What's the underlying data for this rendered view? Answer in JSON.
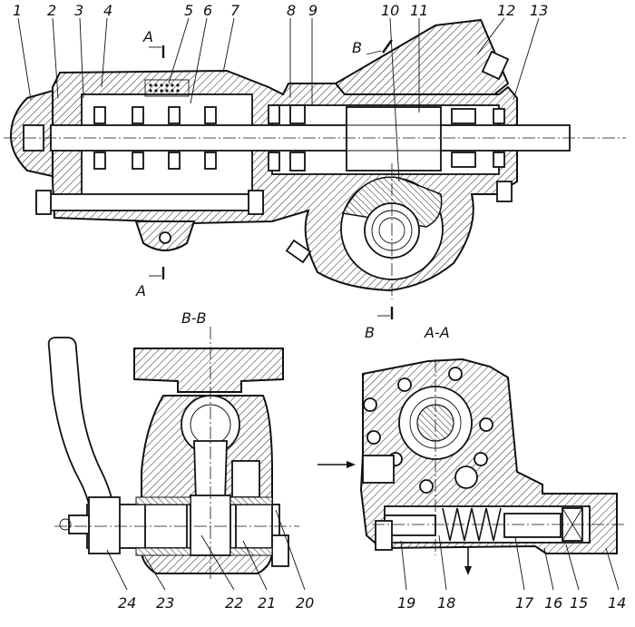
{
  "callouts_top": [
    "1",
    "2",
    "3",
    "4",
    "5",
    "6",
    "7",
    "8",
    "9",
    "10",
    "11",
    "12",
    "13"
  ],
  "callouts_bottom": [
    "24",
    "23",
    "22",
    "21",
    "20",
    "19",
    "18",
    "17",
    "16",
    "15",
    "14"
  ],
  "section_titles": {
    "bb": "B-B",
    "aa": "A-A"
  },
  "cut_marks": {
    "a_top": "A",
    "a_bottom": "A",
    "b_top": "B",
    "b_bottom": "B"
  }
}
